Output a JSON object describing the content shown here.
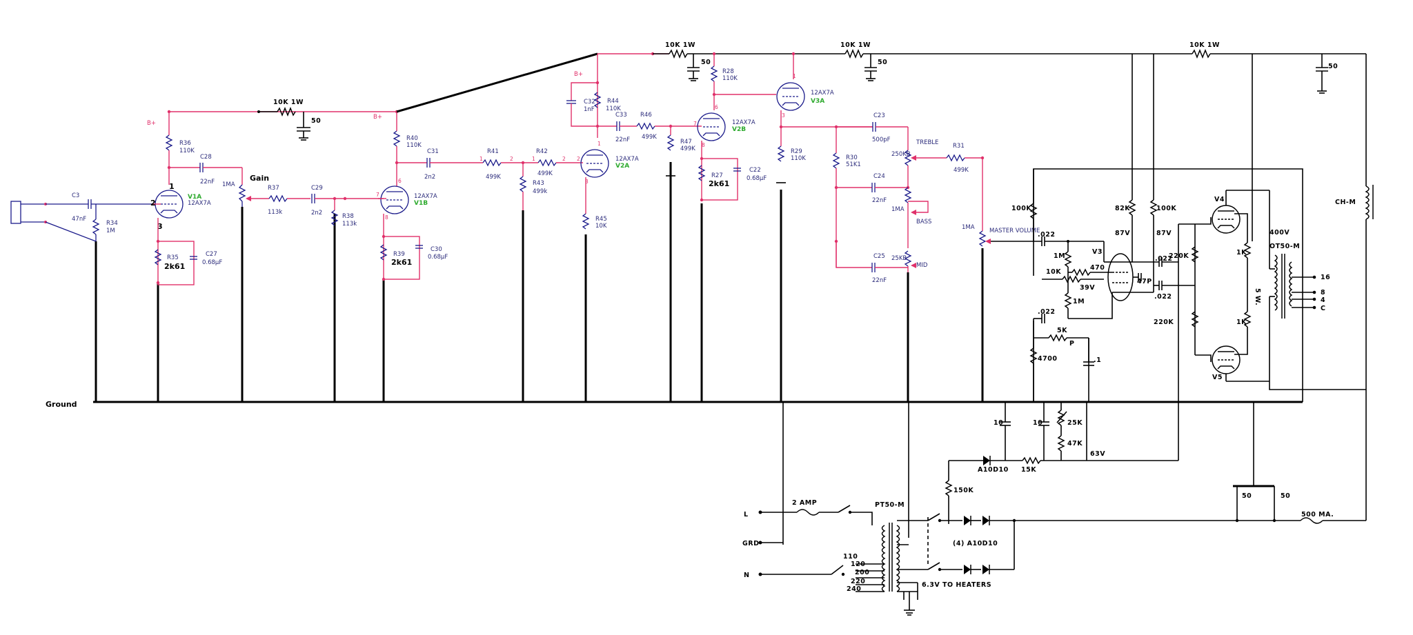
{
  "diagram": {
    "ground_label": "Ground",
    "gain_label": "Gain",
    "bplus": "B+",
    "input": {
      "c3": "C3",
      "c3v": "47nF",
      "r34": "R34",
      "r34v": "1M"
    },
    "v1a": {
      "name": "V1A",
      "type": "12AX7A",
      "pin1": "1",
      "pin2": "2",
      "pin3": "3",
      "r36": "R36",
      "r36v": "110K",
      "c28": "C28",
      "c28v": "22nF",
      "r35": "R35",
      "r35v": "2k61",
      "c27": "C27",
      "c27v": "0.68µF",
      "pot": "1MA",
      "r37": "R37",
      "r37v": "113k",
      "c29": "C29",
      "c29v": "2n2",
      "r38": "R38",
      "r38v": "113k"
    },
    "v1b": {
      "name": "V1B",
      "type": "12AX7A",
      "pin6": "6",
      "pin7": "7",
      "pin8": "8",
      "r40": "R40",
      "r40v": "110K",
      "c31": "C31",
      "c31v": "2n2",
      "r39": "R39",
      "r39v": "2k61",
      "c30": "C30",
      "c30v": "0.68µF",
      "r41": "R41",
      "r41v": "499K",
      "r42": "R42",
      "r42v": "499K",
      "r43": "R43",
      "r43v": "499k"
    },
    "v2a": {
      "name": "V2A",
      "type": "12AX7A",
      "r44": "R44",
      "r44v": "110K",
      "c32": "C32",
      "c32v": "1nF",
      "c33": "C33",
      "c33v": "22nF",
      "r46": "R46",
      "r46v": "499K",
      "r45": "R45",
      "r45v": "10K",
      "r47": "R47",
      "r47v": "499K"
    },
    "v2b": {
      "name": "V2B",
      "type": "12AX7A",
      "r28": "R28",
      "r28v": "110K",
      "r27": "R27",
      "r27v": "2k61",
      "c22": "C22",
      "c22v": "0.68µF"
    },
    "v3a": {
      "name": "V3A",
      "type": "12AX7A",
      "r29": "R29",
      "r29v": "110K",
      "c23": "C23",
      "c23v": "500pF",
      "r30": "R30",
      "r30v": "51K1",
      "c24": "C24",
      "c24v": "22nF",
      "c25": "C25",
      "c25v": "22nF",
      "treble": "TREBLE",
      "treble_pot": "250KB",
      "bass": "BASS",
      "bass_pot": "1MA",
      "mid": "MID",
      "mid_pot": "25KB",
      "r31": "R31",
      "r31v": "499K",
      "mv": "MASTER VOLUME",
      "mv_pot": "1MA"
    },
    "supply": {
      "r1": "10K 1W",
      "r2": "10K 1W",
      "r3": "10K 1W",
      "r4": "10K 1W",
      "c50a": "50",
      "c50b": "50",
      "c50c": "50",
      "c50d": "50"
    },
    "power_amp": {
      "v3": "V3",
      "c022a": ".022",
      "r100k": "100K",
      "r1m_a": "1M",
      "r470": "470",
      "r10k": "10K",
      "v39": "39V",
      "r1m_b": "1M",
      "c022b": ".022",
      "r4700": "4700",
      "r5k": "5K",
      "p": "P",
      "c1": ".1",
      "r82k": "82K",
      "r100k2": "100K",
      "v87a": "87V",
      "v87b": "87V",
      "c022c": ".022",
      "c47p": "47P",
      "c022d": ".022",
      "r220a": "220K",
      "r220b": "220K",
      "v4": "V4",
      "v5": "V5",
      "r1ka": "1K",
      "r1kb": "1K",
      "r5w": "5 W.",
      "v400": "400V",
      "ot": "OT50-M",
      "tap16": "16",
      "tap8": "8",
      "tap4": "4",
      "tapc": "C",
      "choke": "CH-M"
    },
    "psu": {
      "c10a": "10",
      "c10b": "10",
      "r25k": "25K",
      "r47k": "47K",
      "d1": "A10D10",
      "r15k": "15K",
      "v63": "63V",
      "r150k": "150K",
      "c50e": "50",
      "c50f": "50",
      "fuse500": "500 MA.",
      "l": "L",
      "grd": "GRD",
      "n": "N",
      "fuse2": "2 AMP",
      "pt": "PT50-M",
      "rect": "(4) A10D10",
      "v110": "110",
      "v120": "120",
      "v200": "200",
      "v220": "220",
      "v240": "240",
      "heaters": "6.3V TO HEATERS"
    }
  }
}
